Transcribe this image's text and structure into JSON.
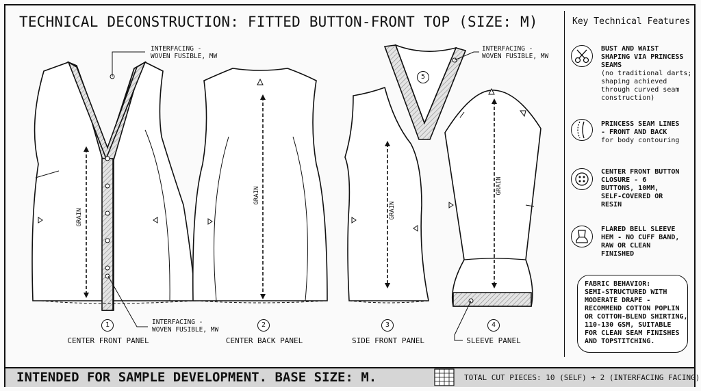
{
  "title": "TECHNICAL DECONSTRUCTION: FITTED BUTTON-FRONT TOP (SIZE: M)",
  "side_heading": "Key Technical Features",
  "features": [
    {
      "icon": "scissors-icon",
      "title": "BUST AND WAIST\nSHAPING VIA PRINCESS\nSEAMS",
      "desc": "(no traditional darts;\nshaping achieved\nthrough curved seam\nconstruction)"
    },
    {
      "icon": "princess-seam-icon",
      "title": "PRINCESS SEAM LINES\n- FRONT AND BACK",
      "desc": "for body contouring"
    },
    {
      "icon": "button-icon",
      "title": "CENTER FRONT BUTTON\nCLOSURE - 6\nBUTTONS, 10MM,\nSELF-COVERED OR\nRESIN",
      "desc": ""
    },
    {
      "icon": "bell-sleeve-icon",
      "title": "FLARED BELL SLEEVE\nHEM - NO CUFF BAND,\nRAW OR CLEAN\nFINISHED",
      "desc": ""
    }
  ],
  "fabric_note": "FABRIC BEHAVIOR:\nSEMI-STRUCTURED WITH\nMODERATE DRAPE -\nRECOMMEND COTTON POPLIN\nOR COTTON-BLEND SHIRTING,\n110-130 GSM, SUITABLE\nFOR CLEAN SEAM FINISHES\nAND TOPSTITCHING.",
  "pieces": [
    {
      "num": "1",
      "label": "CENTER FRONT PANEL"
    },
    {
      "num": "2",
      "label": "CENTER BACK PANEL"
    },
    {
      "num": "3",
      "label": "SIDE FRONT PANEL"
    },
    {
      "num": "4",
      "label": "SLEEVE PANEL"
    },
    {
      "num": "5",
      "label": ""
    }
  ],
  "callouts": {
    "interfacing_top_left": "INTERFACING -\nWOVEN FUSIBLE, MW",
    "interfacing_top_right": "INTERFACING -\nWOVEN FUSIBLE, MW",
    "interfacing_bottom": "INTERFACING -\nWOVEN FUSIBLE, MW"
  },
  "grain_label": "GRAIN",
  "footer": {
    "left": "INTENDED FOR SAMPLE DEVELOPMENT. BASE SIZE: M.",
    "right": "TOTAL CUT PIECES: 10 (SELF) + 2 (INTERFACING FACING)"
  },
  "colors": {
    "ink": "#111111",
    "footer_bg": "#d6d6d6",
    "paper": "#fafafa"
  }
}
